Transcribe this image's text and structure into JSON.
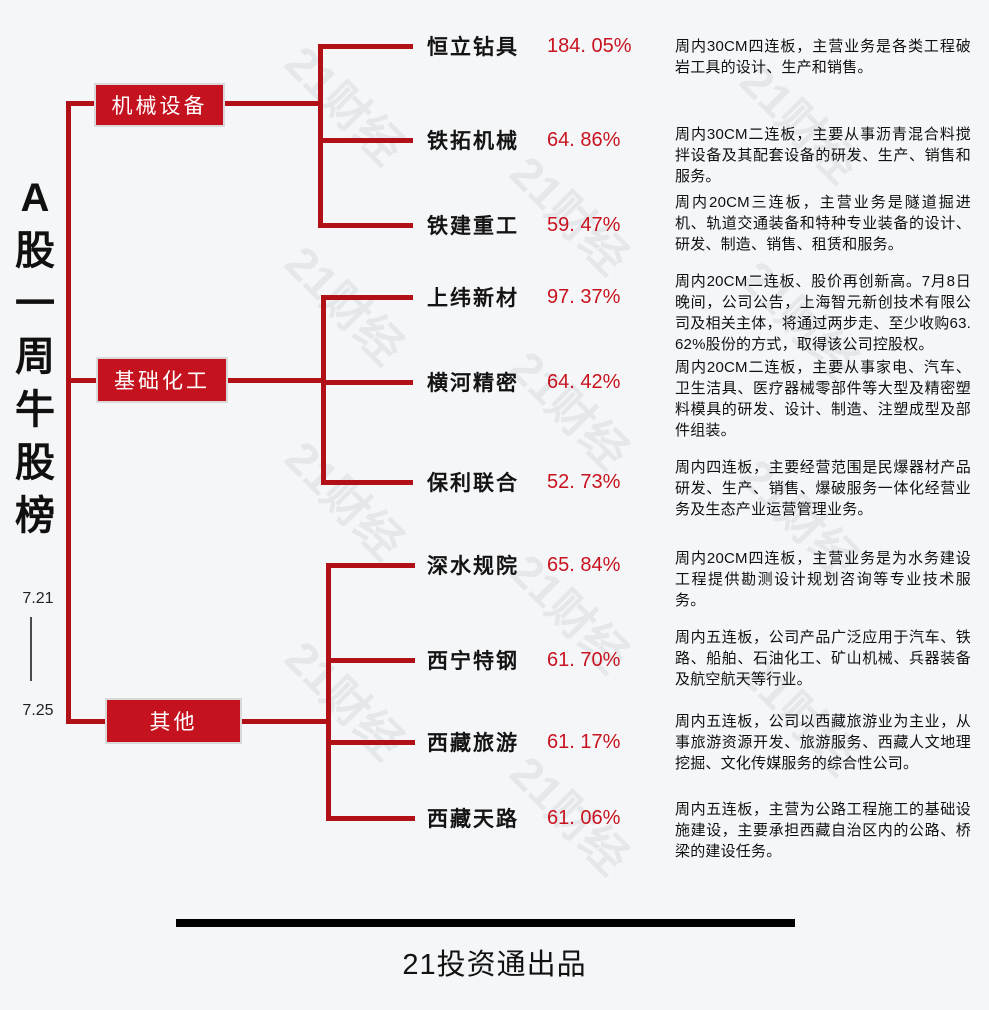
{
  "title": {
    "text": "A股一周牛股榜",
    "chars": [
      "A",
      "股",
      "一",
      "周",
      "牛",
      "股",
      "榜"
    ]
  },
  "date_range": {
    "start": "7.21",
    "end": "7.25"
  },
  "watermark": {
    "text": "21财经"
  },
  "footer": {
    "brand": "21投资通出品"
  },
  "colors": {
    "line_red": "#b01016",
    "box_red": "#c4121f",
    "percent_red": "#c8131f",
    "background": "#f4f6f8"
  },
  "categories": [
    {
      "label": "机械设备",
      "stocks": [
        {
          "name": "恒立钻具",
          "change": "184. 05%",
          "desc": "周内30CM四连板，主营业务是各类工程破岩工具的设计、生产和销售。"
        },
        {
          "name": "铁拓机械",
          "change": "64. 86%",
          "desc": "周内30CM二连板，主要从事沥青混合料搅拌设备及其配套设备的研发、生产、销售和服务。"
        },
        {
          "name": "铁建重工",
          "change": "59. 47%",
          "desc": "周内20CM三连板，主营业务是隧道掘进机、轨道交通装备和特种专业装备的设计、研发、制造、销售、租赁和服务。"
        }
      ]
    },
    {
      "label": "基础化工",
      "stocks": [
        {
          "name": "上纬新材",
          "change": "97. 37%",
          "desc": "周内20CM二连板、股价再创新高。7月8日晚间，公司公告，上海智元新创技术有限公司及相关主体，将通过两步走、至少收购63. 62%股份的方式，取得该公司控股权。"
        },
        {
          "name": "横河精密",
          "change": "64. 42%",
          "desc": "周内20CM二连板，主要从事家电、汽车、卫生洁具、医疗器械零部件等大型及精密塑料模具的研发、设计、制造、注塑成型及部件组装。"
        },
        {
          "name": "保利联合",
          "change": "52. 73%",
          "desc": "周内四连板，主要经营范围是民爆器材产品研发、生产、销售、爆破服务一体化经营业务及生态产业运营管理业务。"
        }
      ]
    },
    {
      "label": "其他",
      "stocks": [
        {
          "name": "深水规院",
          "change": "65. 84%",
          "desc": "周内20CM四连板，主营业务是为水务建设工程提供勘测设计规划咨询等专业技术服务。"
        },
        {
          "name": "西宁特钢",
          "change": "61. 70%",
          "desc": "周内五连板，公司产品广泛应用于汽车、铁路、船舶、石油化工、矿山机械、兵器装备及航空航天等行业。"
        },
        {
          "name": "西藏旅游",
          "change": "61. 17%",
          "desc": "周内五连板，公司以西藏旅游业为主业，从事旅游资源开发、旅游服务、西藏人文地理挖掘、文化传媒服务的综合性公司。"
        },
        {
          "name": "西藏天路",
          "change": "61. 06%",
          "desc": "周内五连板，主营为公路工程施工的基础设施建设，主要承担西藏自治区内的公路、桥梁的建设任务。"
        }
      ]
    }
  ]
}
